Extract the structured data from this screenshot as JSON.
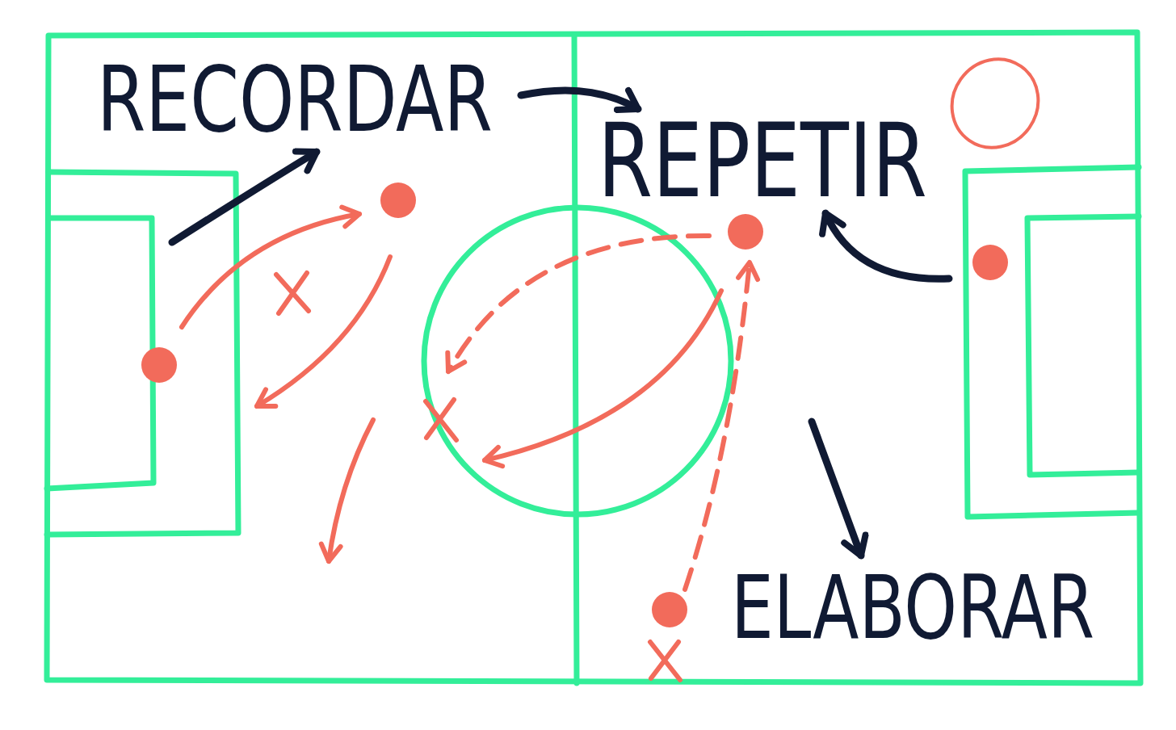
{
  "diagram": {
    "labels": [
      "RECORDAR",
      "REPETIR",
      "ELABORAR"
    ]
  }
}
